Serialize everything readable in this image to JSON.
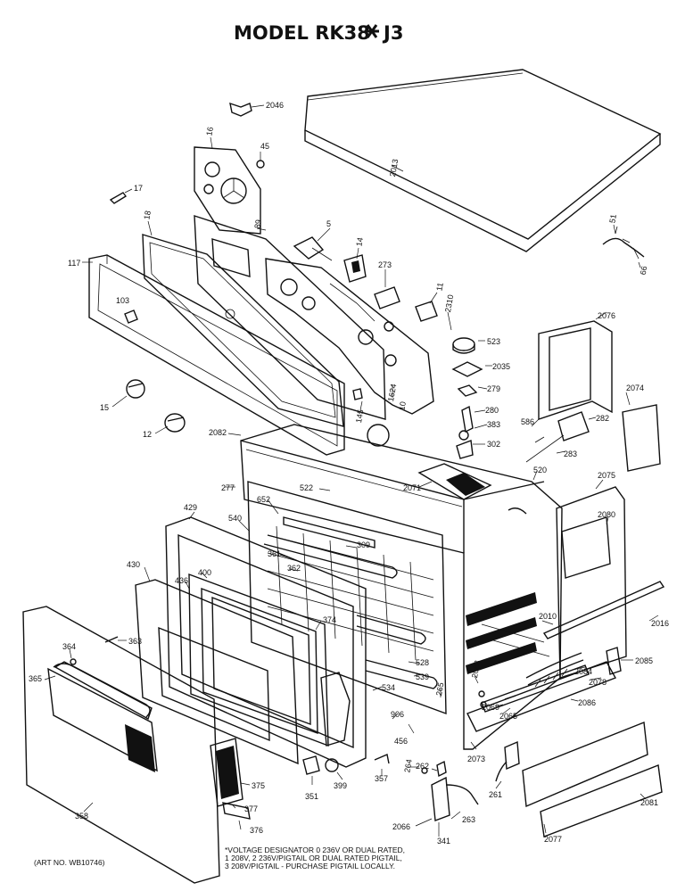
{
  "title": "MODEL RK38",
  "title_suffix": "J3",
  "art_no": "(ART NO. WB10746)",
  "notes": [
    "*VOLTAGE DESIGNATOR 0 236V OR DUAL RATED,",
    "1 208V, 2 236V/PIGTAIL OR DUAL RATED PIGTAIL,",
    "3 208V/PIGTAIL - PURCHASE PIGTAIL LOCALLY."
  ],
  "labels": {
    "p2046": "2046",
    "p16": "16",
    "p45": "45",
    "p2013": "2013",
    "p17": "17",
    "p18": "18",
    "p89": "89",
    "p5": "5",
    "p14": "14",
    "p51": "51",
    "p66": "66",
    "p117": "117",
    "p273": "273",
    "p11": "11",
    "p2310": "2310",
    "p103": "103",
    "p523": "523",
    "p2076": "2076",
    "p2035": "2035",
    "p279": "279",
    "p1624": "1624",
    "p10": "10",
    "p145": "145",
    "p15": "15",
    "p280": "280",
    "p383": "383",
    "p586": "586",
    "p282": "282",
    "p2074": "2074",
    "p12": "12",
    "p2082": "2082",
    "p302": "302",
    "p283": "283",
    "p520": "520",
    "p2071": "2071",
    "p522": "522",
    "p277": "277",
    "p2075": "2075",
    "p652": "652",
    "p429": "429",
    "p540": "540",
    "p2080": "2080",
    "p309": "309",
    "p361": "361",
    "p362": "362",
    "p430": "430",
    "p400": "400",
    "p436": "436",
    "p2010": "2010",
    "p374": "374",
    "p2016": "2016",
    "p364": "364",
    "p365": "365",
    "p363": "363",
    "p528": "528",
    "p539": "539",
    "p2085": "2085",
    "p2084": "2084",
    "p2078": "2078",
    "p2083": "2083",
    "p534": "534",
    "p2069": "2069",
    "p265": "265",
    "p2065": "2065",
    "p2086": "2086",
    "p906": "906",
    "p456": "456",
    "p2073": "2073",
    "p264": "264",
    "p262": "262",
    "p375": "375",
    "p351": "351",
    "p399": "399",
    "p357": "357",
    "p261": "261",
    "p358": "358",
    "p377": "377",
    "p376": "376",
    "p2066": "2066",
    "p263": "263",
    "p341": "341",
    "p2077": "2077",
    "p2081": "2081"
  }
}
